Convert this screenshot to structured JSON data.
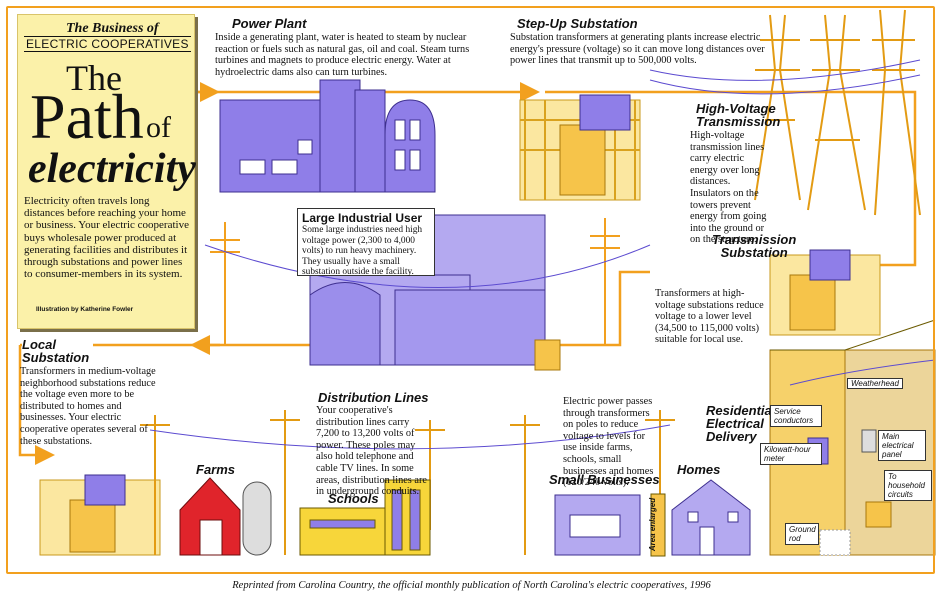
{
  "title": {
    "business_line1": "The Business of",
    "business_line2": "ELECTRIC COOPERATIVES",
    "the": "The",
    "path": "Path",
    "of": "of",
    "electricity": "electricity",
    "intro": "Electricity often travels long distances before reaching your home or business. Your electric cooperative buys wholesale power produced at generating facilities and distributes it through substations and power lines to consumer-members in its system.",
    "illustration_credit": "Illustration by Katherine Fowler"
  },
  "stages": {
    "power_plant": {
      "heading": "Power Plant",
      "text": "Inside a generating plant, water is heated to steam by nuclear reaction or fuels such as natural gas, oil and coal. Steam turns turbines and magnets to produce electric energy. Water at hydroelectric dams also can turn turbines."
    },
    "step_up": {
      "heading": "Step-Up Substation",
      "text": "Substation transformers at generating plants increase electric energy's pressure (voltage) so it can move long distances over power lines that transmit up to 500,000 volts."
    },
    "high_voltage": {
      "heading_line1": "High-Voltage",
      "heading_line2": "Transmission",
      "text": "High-voltage transmission lines carry electric energy over long distances. Insulators on the towers prevent energy from going into the ground or on the structure."
    },
    "industrial": {
      "heading": "Large Industrial User",
      "text": "Some large industries need high voltage power (2,300 to 4,000 volts) to run heavy machinery. They usually have a small substation outside the facility."
    },
    "transmission_sub": {
      "heading_line1": "Transmission",
      "heading_line2": "Substation",
      "text": "Transformers at high-voltage substations reduce voltage to a lower level (34,500 to 115,000 volts) suitable for local use."
    },
    "local_sub": {
      "heading_line1": "Local",
      "heading_line2": "Substation",
      "text": "Transformers in medium-voltage neighborhood substations reduce the voltage even more to be distributed to homes and businesses. Your electric cooperative operates several of these substations."
    },
    "distribution": {
      "heading": "Distribution Lines",
      "text": "Your cooperative's distribution lines carry 7,200 to 13,200 volts of power. These poles may also hold telephone and cable TV lines. In some areas, distribution lines are in underground conduits."
    },
    "transformers": {
      "text": "Electric power passes through transformers on poles to reduce voltage to levels for use inside farms, schools, small businesses and homes (120/240 volts)."
    },
    "residential": {
      "heading_line1": "Residential",
      "heading_line2": "Electrical",
      "heading_line3": "Delivery"
    }
  },
  "labels": {
    "farms": "Farms",
    "schools": "Schools",
    "small_businesses": "Small Businesses",
    "homes": "Homes",
    "area_enlarged": "Area enlarged",
    "weatherhead": "Weatherhead",
    "service_conductors": "Service conductors",
    "meter": "Kilowatt-hour meter",
    "main_panel": "Main electrical panel",
    "household_circuits": "To household circuits",
    "ground_rod": "Ground rod"
  },
  "caption": "Reprinted from Carolina Country, the official monthly publication of North Carolina's electric cooperatives, 1996",
  "colors": {
    "wire": "#f2a01e",
    "building_purple": "#8f7ee8",
    "tower_yellow": "#f6c44a",
    "title_box": "#fbf1a9",
    "farm_red": "#e0242b",
    "school_yellow": "#f7d63a"
  }
}
